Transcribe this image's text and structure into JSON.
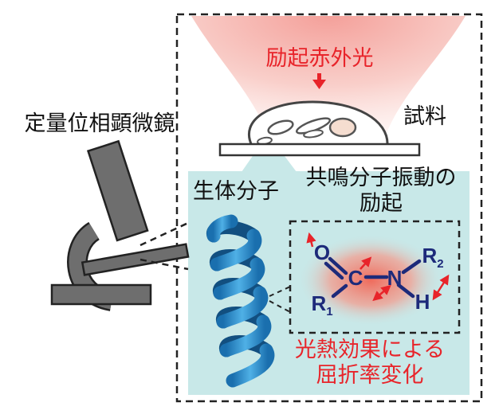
{
  "labels": {
    "microscope": "定量位相顕微鏡",
    "excitation_light": "励起赤外光",
    "sample": "試料",
    "biomolecule": "生体分子",
    "resonance_line1": "共鳴分子振動の",
    "resonance_line2": "励起",
    "effect_line1": "光熱効果による",
    "effect_line2": "屈折率変化"
  },
  "molecule": {
    "oxygen": "O",
    "carbon": "C",
    "nitrogen": "N",
    "hydrogen": "H",
    "r1": "R",
    "r1_sub": "1",
    "r2": "R",
    "r2_sub": "2"
  },
  "colors": {
    "red_text": "#e8242a",
    "navy": "#1d2a7a",
    "panel_bg": "#c8e8e8",
    "microscope_gray": "#6e6e6e",
    "helix_blue": "#2b8fcf"
  }
}
